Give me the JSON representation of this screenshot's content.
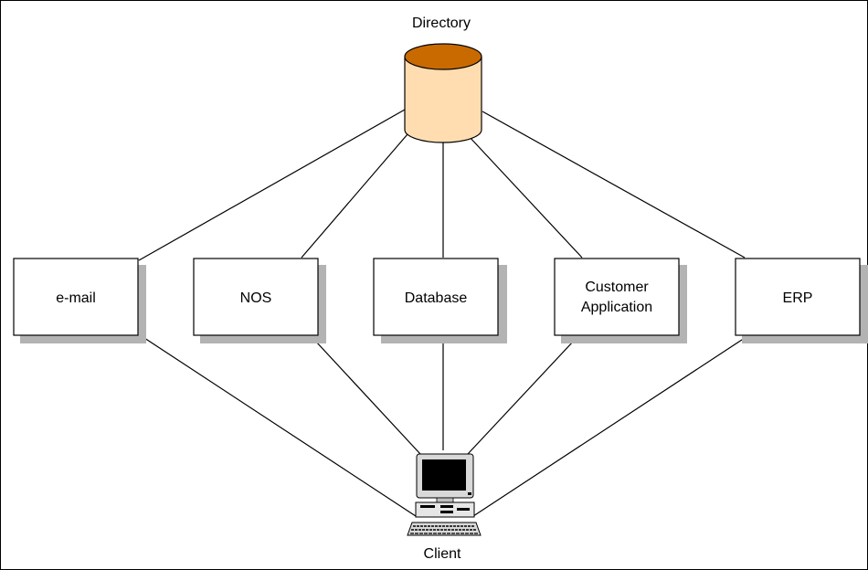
{
  "directory": {
    "label": "Directory",
    "fill": "#FFDDB0",
    "top_fill": "#C96A00"
  },
  "client": {
    "label": "Client"
  },
  "systems": [
    {
      "id": "email",
      "label_lines": [
        "e-mail"
      ]
    },
    {
      "id": "nos",
      "label_lines": [
        "NOS"
      ]
    },
    {
      "id": "database",
      "label_lines": [
        "Database"
      ]
    },
    {
      "id": "customer-application",
      "label_lines": [
        "Customer",
        "Application"
      ]
    },
    {
      "id": "erp",
      "label_lines": [
        "ERP"
      ]
    }
  ],
  "colors": {
    "line": "#000000",
    "box_fill": "#ffffff",
    "shadow": "#b3b3b3"
  }
}
